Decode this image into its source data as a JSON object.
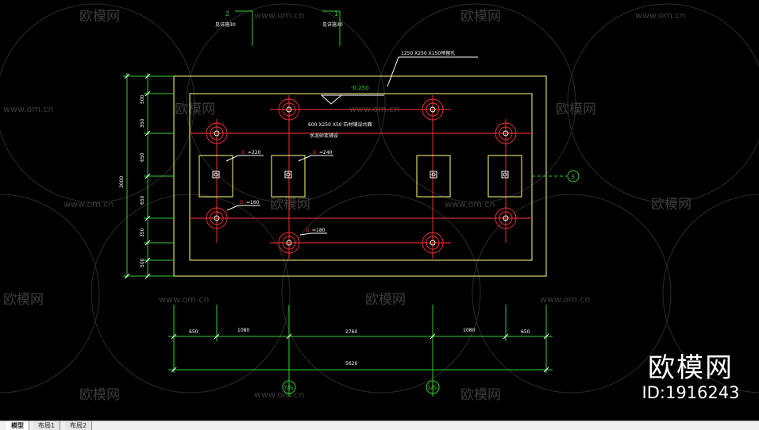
{
  "brand": {
    "name": "欧模网",
    "id": "ID:1916243"
  },
  "watermark": {
    "logo": "欧模网",
    "url": "www.om.cn"
  },
  "tabs": [
    {
      "label": "模型",
      "active": true
    },
    {
      "label": "布局1",
      "active": false
    },
    {
      "label": "布局2",
      "active": false
    }
  ],
  "drawing": {
    "sections": [
      {
        "num": "2",
        "label": "见详施30"
      },
      {
        "num": "1",
        "label": "见详施30"
      }
    ],
    "callout_top": "1250 X250 X150预留孔",
    "level": "-0.250",
    "note1": "600 X250 X50 石材铺设台面",
    "note2": "水泥砂浆铺设",
    "diameters": [
      {
        "prefix": "D",
        "value": "=220"
      },
      {
        "prefix": "D",
        "value": "=240"
      },
      {
        "prefix": "D",
        "value": "=160"
      },
      {
        "prefix": "D",
        "value": "=180"
      }
    ],
    "axis_right": "3",
    "axis_bottom": [
      "7/G",
      "1/G"
    ],
    "left_dims": [
      "500",
      "350",
      "650",
      "650",
      "350",
      "500"
    ],
    "left_total": "3000",
    "bottom_dims": [
      "650",
      "1080",
      "2760",
      "1080",
      "650"
    ],
    "bottom_total": "5620"
  },
  "colors": {
    "outline": "#ffff80",
    "pipe": "#ff3333",
    "text": "#ffffff",
    "axis": "#33cc33"
  }
}
